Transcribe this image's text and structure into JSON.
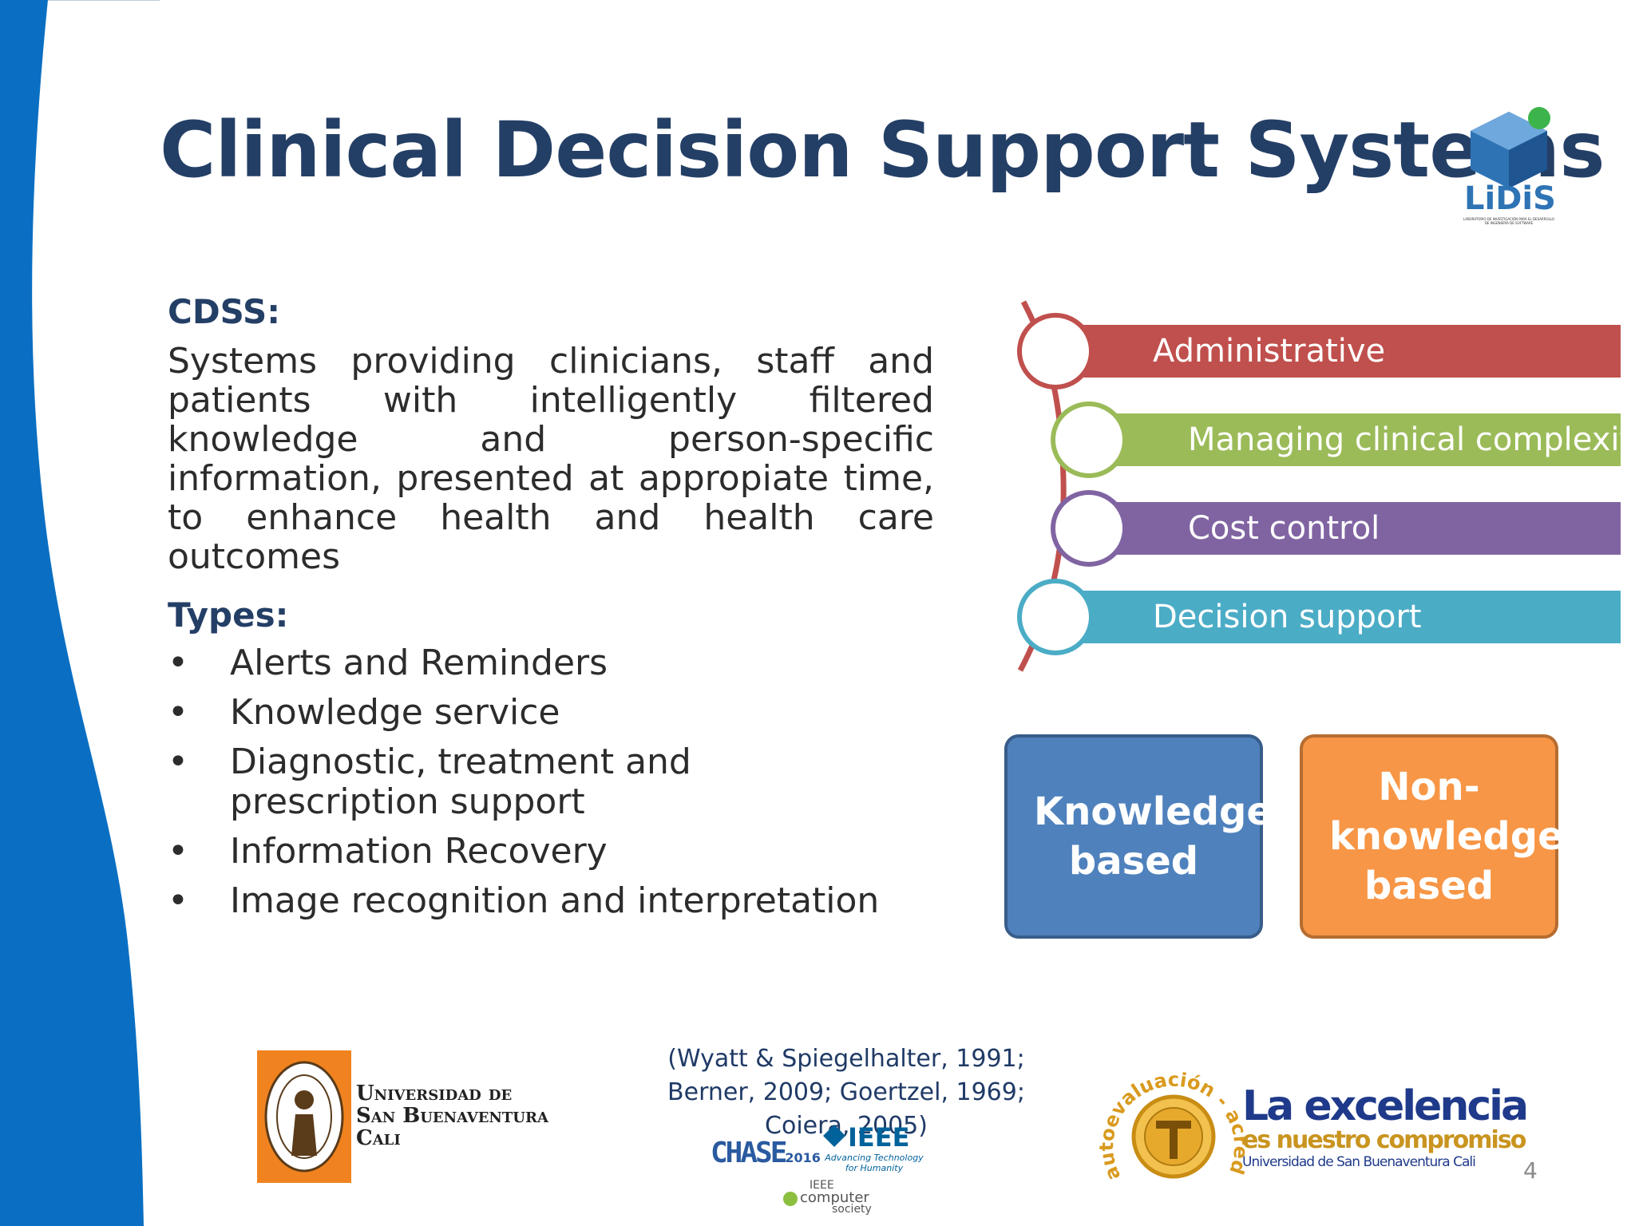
{
  "slide": {
    "title": "Clinical Decision Support Systems",
    "page_number": "4"
  },
  "cdss": {
    "heading": "CDSS:",
    "definition": "Systems providing clinicians, staff and patients with intelligently filtered knowledge and person-specific information, presented at appropiate time, to enhance health and health care outcomes"
  },
  "types": {
    "heading": "Types:",
    "items": [
      "Alerts and Reminders",
      "Knowledge service",
      "Diagnostic, treatment and prescription support",
      "Information Recovery",
      "Image recognition and interpretation"
    ]
  },
  "purposes": [
    {
      "label": "Administrative",
      "color": "#c0504d"
    },
    {
      "label": "Managing clinical complexity",
      "color": "#9bbb59"
    },
    {
      "label": "Cost control",
      "color": "#8064a2"
    },
    {
      "label": "Decision support",
      "color": "#4bacc6"
    }
  ],
  "categories": [
    {
      "label": "Knowledge based",
      "color": "#4f81bd"
    },
    {
      "label": "Non-knowledge based",
      "color": "#f79646"
    }
  ],
  "citation": "(Wyatt & Spiegelhalter, 1991; Berner, 2009; Goertzel, 1969; Coiera, 2005)",
  "logos": {
    "lidis": {
      "name": "LiDiS",
      "subtitle": "LABORATORIO DE INVESTIGACIÓN PARA EL DESARROLLO DE INGENIERÍA DE SOFTWARE"
    },
    "university": {
      "line1": "Universidad de",
      "line2": "San Buenaventura",
      "line3": "Cali"
    },
    "chase": {
      "name": "CHASE",
      "year": "2016"
    },
    "ieee": {
      "name": "IEEE",
      "tagline1": "Advancing Technology",
      "tagline2": "for Humanity"
    },
    "computer_society": {
      "line1": "IEEE",
      "line2": "computer",
      "line3": "society"
    },
    "seal": {
      "arc": "autoevaluación - acreditación"
    },
    "excellence": {
      "line1": "La excelencia",
      "line2": "es nuestro compromiso",
      "line3": "Universidad de San Buenaventura Cali"
    }
  },
  "colors": {
    "title": "#243f66",
    "wave": "#0a6fc2"
  }
}
